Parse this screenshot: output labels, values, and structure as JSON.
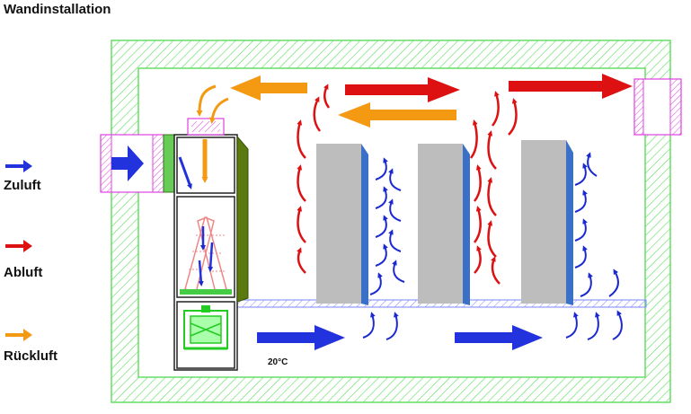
{
  "title": "Wandinstallation",
  "legend": [
    {
      "label": "Zuluft",
      "color": "#2233dd",
      "icon": "arrow-right-icon"
    },
    {
      "label": "Abluft",
      "color": "#dd1111",
      "icon": "arrow-right-icon"
    },
    {
      "label": "Rückluft",
      "color": "#f39a12",
      "icon": "arrow-right-icon"
    }
  ],
  "temperature": "20°C",
  "colors": {
    "wall": "#66dd66",
    "unit_frame": "#222222",
    "duct": "#e040e0",
    "rack": "#bdbdbd",
    "rack_side": "#3a70c8",
    "floor": "#9aa6ff",
    "green_panel": "#5a7a10"
  }
}
